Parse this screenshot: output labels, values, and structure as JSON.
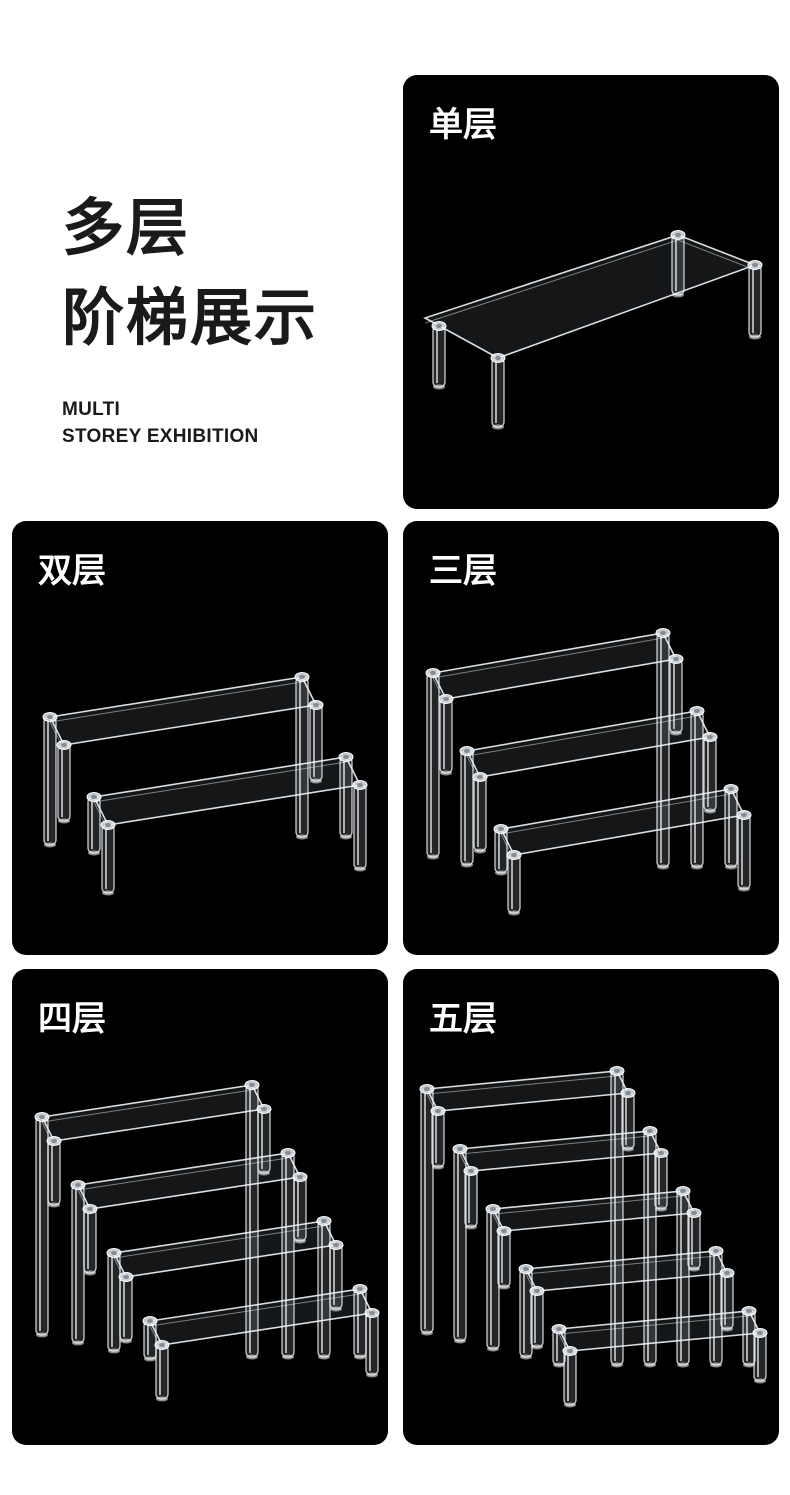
{
  "heading": {
    "line1": "多层",
    "line2": "阶梯展示"
  },
  "subheading": {
    "line1": "MULTI",
    "line2": "STOREY EXHIBITION"
  },
  "panels": [
    {
      "label": "单层"
    },
    {
      "label": "双层"
    },
    {
      "label": "三层"
    },
    {
      "label": "四层"
    },
    {
      "label": "五层"
    }
  ],
  "colors": {
    "page_background": "#ffffff",
    "panel_background": "#000000",
    "label_text": "#ffffff",
    "heading_text": "#1a1a1a"
  },
  "icons": {
    "product": "acrylic-stair-display-shelf"
  }
}
